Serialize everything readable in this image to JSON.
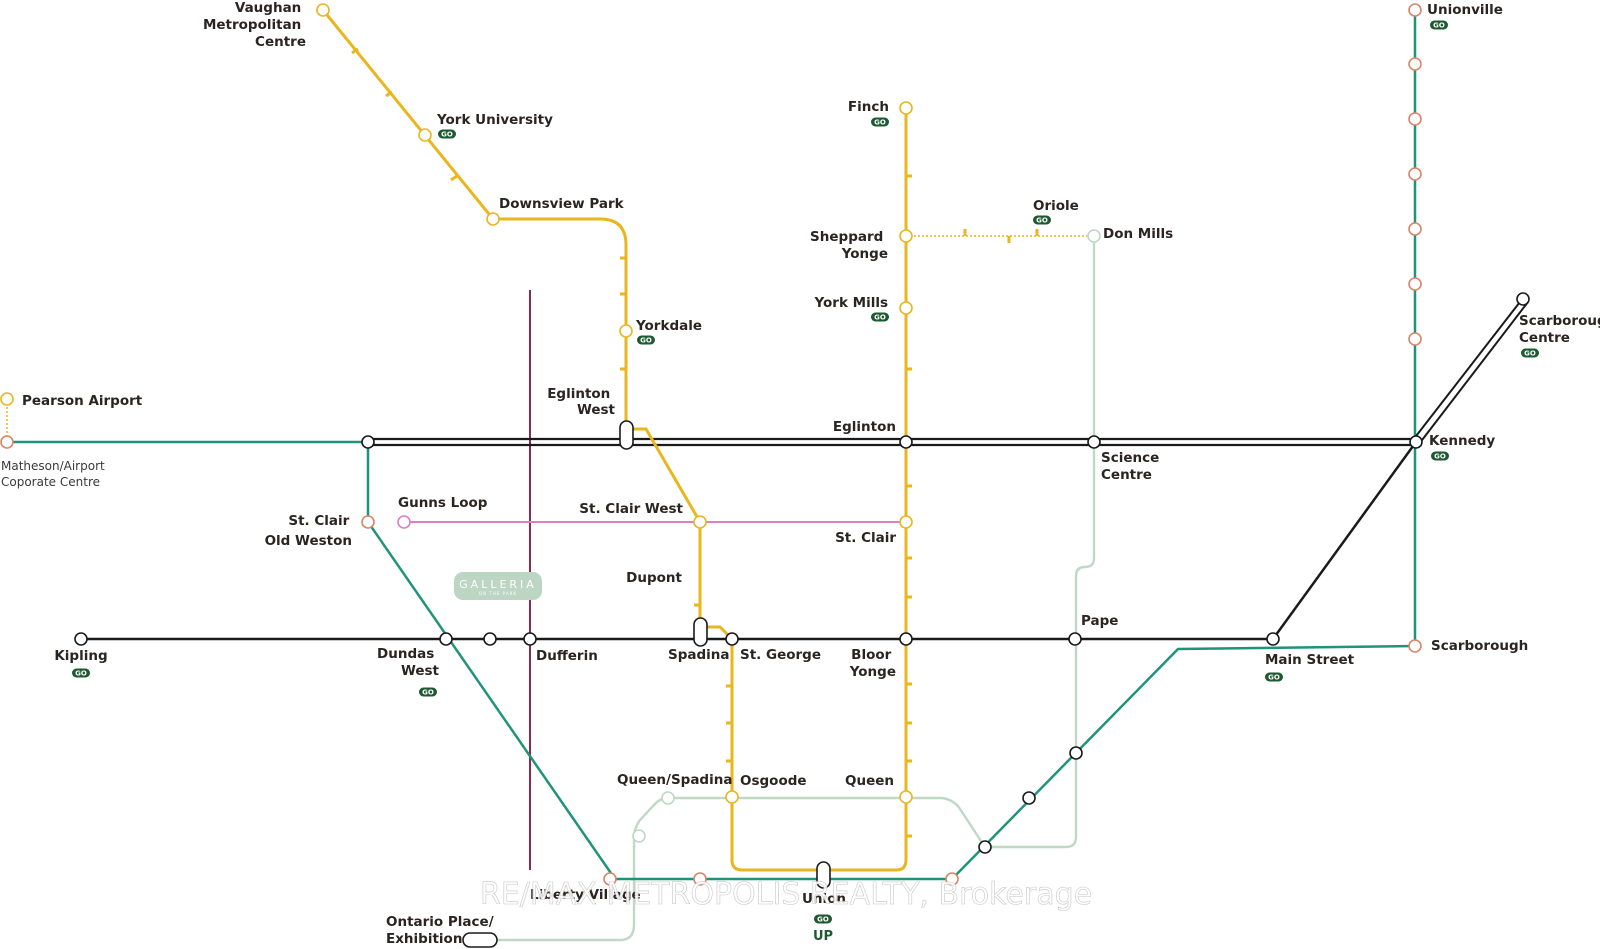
{
  "map": {
    "colors": {
      "yellow_line": "#e9b61e",
      "green_line": "#1f9478",
      "black_line": "#1a1a1a",
      "pink_line": "#de7fbf",
      "light_green_line": "#bfd9c5",
      "maroon_line": "#8b2a4a",
      "go_badge": "#1d5a32",
      "galleria_badge": "#bcd6c3"
    },
    "stations": {
      "vaughan": "Vaughan Metropolitan Centre",
      "york_university": "York University",
      "downsview_park": "Downsview Park",
      "yorkdale": "Yorkdale",
      "eglinton_west": "Eglinton West",
      "st_clair_west": "St. Clair West",
      "dupont": "Dupont",
      "spadina": "Spadina",
      "st_george": "St. George",
      "osgoode": "Osgoode",
      "queen_spadina": "Queen/Spadina",
      "finch": "Finch",
      "sheppard_yonge": "Sheppard Yonge",
      "york_mills": "York Mills",
      "eglinton": "Eglinton",
      "st_clair": "St. Clair",
      "bloor_yonge": "Bloor Yonge",
      "queen": "Queen",
      "union": "Union",
      "oriole": "Oriole",
      "don_mills": "Don Mills",
      "science_centre": "Science Centre",
      "pape": "Pape",
      "kennedy": "Kennedy",
      "main_street": "Main Street",
      "scarborough": "Scarborough",
      "scarborough_centre": "Scarborough Centre",
      "unionville": "Unionville",
      "kipling": "Kipling",
      "dundas_west": "Dundas West",
      "dufferin": "Dufferin",
      "pearson_airport": "Pearson Airport",
      "matheson": "Matheson/Airport Coporate Centre",
      "st_clair_old_weston": "St. Clair Old Weston",
      "gunns_loop": "Gunns Loop",
      "liberty_village": "Liberty Village",
      "ontario_place": "Ontario Place/ Exhibition"
    },
    "badges": {
      "go": "GO",
      "up": "UP"
    },
    "galleria": {
      "name": "GALLERIA",
      "sub": "ON THE PARK"
    },
    "watermark": "RE/MAX METROPOLIS REALTY, Brokerage"
  }
}
